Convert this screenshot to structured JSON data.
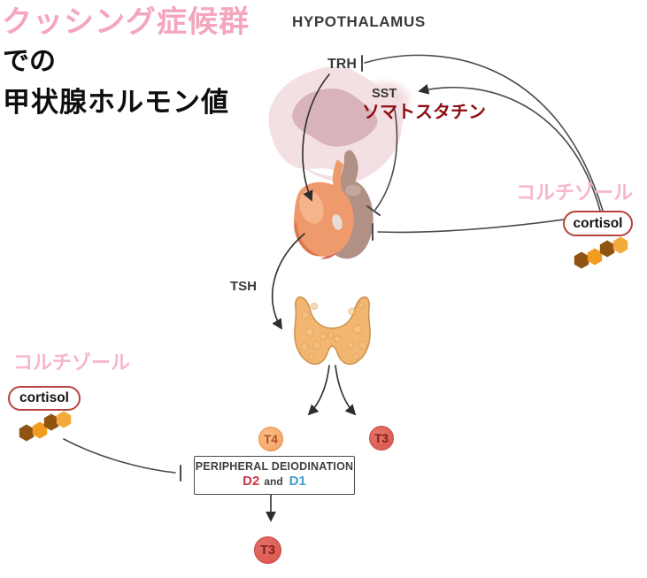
{
  "title": {
    "line1_jp": "クッシング症候群",
    "line2_jp": "での",
    "line3_jp": "甲状腺ホルモン値"
  },
  "diagram": {
    "hypothalamus_label": "HYPOTHALAMUS",
    "trh_label": "TRH",
    "sst_label": "SST",
    "somatostatin_jp_label": "ソマトスタチン",
    "tsh_label": "TSH",
    "cortisol_right": {
      "jp_label": "コルチゾール",
      "pill_label": "cortisol"
    },
    "cortisol_left": {
      "jp_label": "コルチゾール",
      "pill_label": "cortisol"
    },
    "t4_label": "T4",
    "t3_upper_label": "T3",
    "t3_lower_label": "T3",
    "deiodination_box": {
      "title": "PERIPHERAL DEIODINATION",
      "d2": "D2",
      "conjunction": "and",
      "d1": "D1"
    }
  },
  "colors": {
    "title_pink": "#f4a6bd",
    "cortisol_jp_pink": "#f7b6ca",
    "somatostatin_red": "#8e0c11",
    "cortisol_pill_border": "#b5453c",
    "d2_red": "#cc3847",
    "d1_blue": "#3e9fcb",
    "t4_fill": "#f3a262",
    "t3_fill": "#da554c",
    "hexagon_brown": "#8f5412",
    "hexagon_orange": "#f09c20",
    "thyroid_orange": "#f2b671",
    "anterior_pituitary_orange": "#ef9a6c",
    "posterior_pituitary_mauve": "#b19186",
    "hypothalamus_pink": "#d9b3ba",
    "arrow_gray": "#4a4a4a"
  }
}
